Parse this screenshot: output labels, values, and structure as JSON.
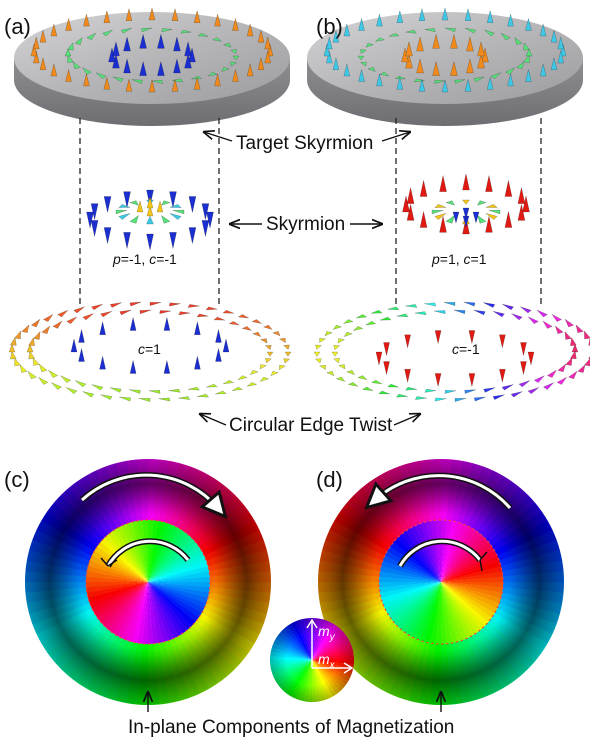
{
  "panels": {
    "a": "(a)",
    "b": "(b)",
    "c": "(c)",
    "d": "(d)"
  },
  "labels": {
    "target_skyrmion": "Target Skyrmion",
    "skyrmion": "Skyrmion",
    "circular_edge_twist": "Circular Edge Twist",
    "in_plane": "In-plane Components of Magnetization"
  },
  "skyrmion_params": {
    "left": {
      "p": "p",
      "p_val": "=-1, ",
      "c": "c",
      "c_val": "=-1"
    },
    "right": {
      "p": "p",
      "p_val": "=1, ",
      "c": "c",
      "c_val": "=1"
    }
  },
  "edge_twist_params": {
    "left": {
      "c": "c",
      "c_val": "=1"
    },
    "right": {
      "c": "c",
      "c_val": "=-1"
    }
  },
  "color_wheel": {
    "my": "m",
    "my_sub": "y",
    "mx": "m",
    "mx_sub": "x"
  },
  "colors": {
    "disk_gray": "#a9a9ab",
    "cone_blue": "#1b2fd0",
    "cone_red": "#e01a12",
    "cone_yellow": "#f2c319",
    "cone_green": "#57e07a",
    "cone_cyan": "#3fc8e6",
    "cone_orange": "#f08a1c"
  }
}
